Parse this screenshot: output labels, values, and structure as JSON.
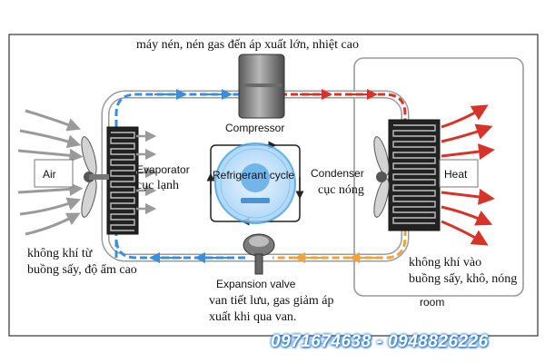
{
  "title_top": "máy nén, nén gas đến áp xuất lớn, nhiệt cao",
  "compressor_label": "Compressor",
  "evaporator_label": "Evaporator",
  "evaporator_sub": "cục lạnh",
  "condenser_label": "Condenser",
  "condenser_sub": "cục nóng",
  "cycle_label": "Refrigerant cycle",
  "air_label": "Air",
  "heat_label": "Heat",
  "left_bottom_line1": "không khí từ",
  "left_bottom_line2": "buồng sấy, độ ẩm cao",
  "right_bottom_line1": "không khí vào",
  "right_bottom_line2": "buồng sấy, khô, nóng",
  "room_label": "room",
  "expansion_label": "Expansion valve",
  "expansion_sub1": "van tiết lưu, gas giảm áp",
  "expansion_sub2": "xuất khi qua van.",
  "phone": "0971674638 - 0948826226",
  "colors": {
    "cold_pipe": "#3b8fd9",
    "hot_pipe": "#d6332a",
    "warm_pipe": "#f0a33a",
    "coil": "#2b2b2b",
    "room_border": "#9a9a9a"
  }
}
